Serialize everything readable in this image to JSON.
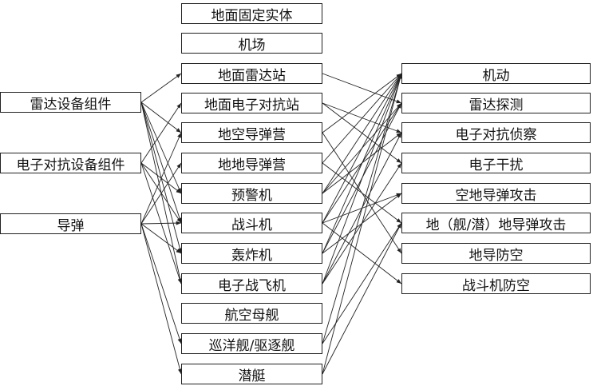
{
  "diagram": {
    "sources": [
      {
        "id": "radar_comp",
        "label": "雷达设备组件"
      },
      {
        "id": "ew_comp",
        "label": "电子对抗设备组件"
      },
      {
        "id": "missile",
        "label": "导弹"
      }
    ],
    "entities": [
      {
        "id": "ground_fixed",
        "label": "地面固定实体"
      },
      {
        "id": "airport",
        "label": "机场"
      },
      {
        "id": "ground_radar",
        "label": "地面雷达站"
      },
      {
        "id": "ground_ew",
        "label": "地面电子对抗站"
      },
      {
        "id": "sam_camp",
        "label": "地空导弹营"
      },
      {
        "id": "ssm_camp",
        "label": "地地导弹营"
      },
      {
        "id": "awacs",
        "label": "预警机"
      },
      {
        "id": "fighter",
        "label": "战斗机"
      },
      {
        "id": "bomber",
        "label": "轰炸机"
      },
      {
        "id": "ew_aircraft",
        "label": "电子战飞机"
      },
      {
        "id": "carrier",
        "label": "航空母舰"
      },
      {
        "id": "cruiser",
        "label": "巡洋舰/驱逐舰"
      },
      {
        "id": "submarine",
        "label": "潜艇"
      }
    ],
    "capabilities": [
      {
        "id": "maneuver",
        "label": "机动"
      },
      {
        "id": "radar_detect",
        "label": "雷达探测"
      },
      {
        "id": "ew_recon",
        "label": "电子对抗侦察"
      },
      {
        "id": "jamming",
        "label": "电子干扰"
      },
      {
        "id": "air_to_ground",
        "label": "空地导弹攻击"
      },
      {
        "id": "ship_sub_to_ground",
        "label": "地（舰/潜）地导弹攻击"
      },
      {
        "id": "ground_air_defense",
        "label": "地导防空"
      },
      {
        "id": "fighter_air_defense",
        "label": "战斗机防空"
      }
    ],
    "links_left": [
      [
        "radar_comp",
        "ground_radar"
      ],
      [
        "radar_comp",
        "awacs"
      ],
      [
        "radar_comp",
        "fighter"
      ],
      [
        "radar_comp",
        "bomber"
      ],
      [
        "radar_comp",
        "ew_aircraft"
      ],
      [
        "radar_comp",
        "sam_camp"
      ],
      [
        "ew_comp",
        "ground_ew"
      ],
      [
        "ew_comp",
        "ew_aircraft"
      ],
      [
        "ew_comp",
        "fighter"
      ],
      [
        "ew_comp",
        "awacs"
      ],
      [
        "missile",
        "sam_camp"
      ],
      [
        "missile",
        "ssm_camp"
      ],
      [
        "missile",
        "fighter"
      ],
      [
        "missile",
        "bomber"
      ],
      [
        "missile",
        "cruiser"
      ],
      [
        "missile",
        "submarine"
      ]
    ],
    "links_right": [
      [
        "ground_radar",
        "radar_detect"
      ],
      [
        "ground_ew",
        "ew_recon"
      ],
      [
        "ground_ew",
        "jamming"
      ],
      [
        "sam_camp",
        "maneuver"
      ],
      [
        "sam_camp",
        "ground_air_defense"
      ],
      [
        "ssm_camp",
        "maneuver"
      ],
      [
        "ssm_camp",
        "ship_sub_to_ground"
      ],
      [
        "awacs",
        "maneuver"
      ],
      [
        "awacs",
        "radar_detect"
      ],
      [
        "awacs",
        "ew_recon"
      ],
      [
        "fighter",
        "maneuver"
      ],
      [
        "fighter",
        "radar_detect"
      ],
      [
        "fighter",
        "fighter_air_defense"
      ],
      [
        "fighter",
        "air_to_ground"
      ],
      [
        "bomber",
        "maneuver"
      ],
      [
        "bomber",
        "air_to_ground"
      ],
      [
        "bomber",
        "radar_detect"
      ],
      [
        "ew_aircraft",
        "maneuver"
      ],
      [
        "ew_aircraft",
        "ew_recon"
      ],
      [
        "ew_aircraft",
        "jamming"
      ],
      [
        "cruiser",
        "maneuver"
      ],
      [
        "cruiser",
        "ship_sub_to_ground"
      ],
      [
        "submarine",
        "maneuver"
      ],
      [
        "submarine",
        "ship_sub_to_ground"
      ]
    ]
  }
}
